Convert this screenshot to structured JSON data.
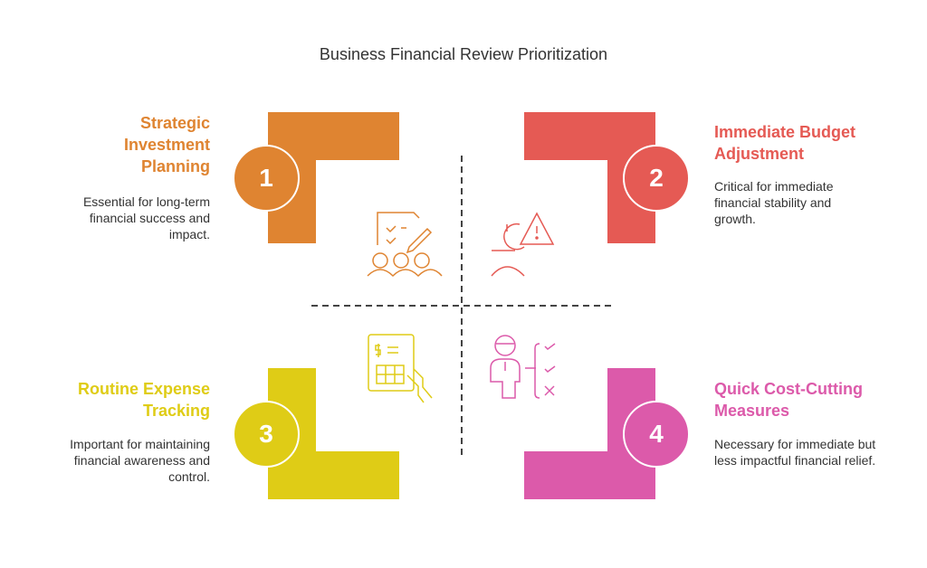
{
  "title": "Business Financial Review Prioritization",
  "colors": {
    "q1": "#DF8431",
    "q2": "#E55A54",
    "q3": "#DFCC16",
    "q4": "#DC5AAA",
    "line": "#444444"
  },
  "quadrants": [
    {
      "number": "1",
      "heading": "Strategic Investment Planning",
      "description": "Essential for long-term financial success and impact.",
      "icon": "planning-team-icon"
    },
    {
      "number": "2",
      "heading": "Immediate Budget Adjustment",
      "description": "Critical for immediate financial stability and growth.",
      "icon": "euro-warning-person-icon"
    },
    {
      "number": "3",
      "heading": "Routine Expense Tracking",
      "description": "Important for maintaining financial awareness and control.",
      "icon": "expense-sheet-hand-icon"
    },
    {
      "number": "4",
      "heading": "Quick Cost-Cutting Measures",
      "description": "Necessary for immediate but less impactful financial relief.",
      "icon": "person-decision-checklist-icon"
    }
  ]
}
